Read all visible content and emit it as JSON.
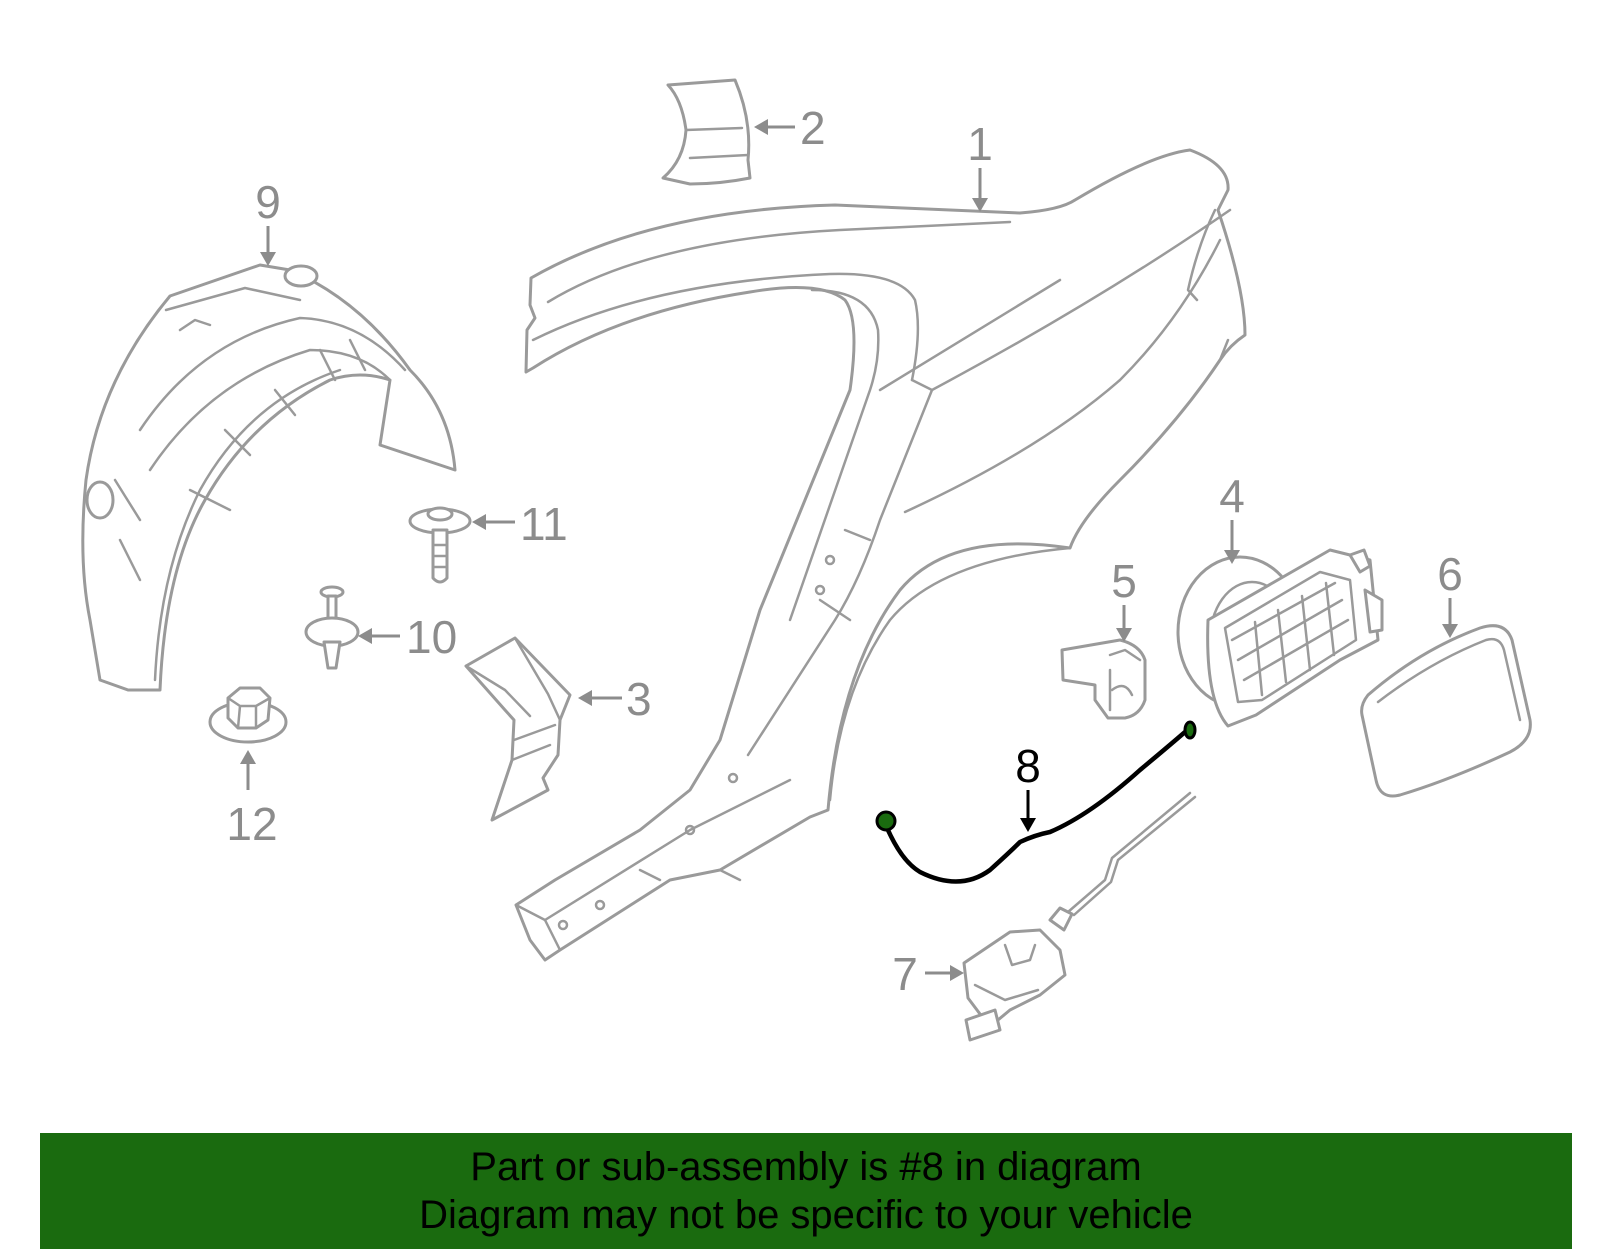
{
  "diagram": {
    "callouts": {
      "c1": "1",
      "c2": "2",
      "c3": "3",
      "c4": "4",
      "c5": "5",
      "c6": "6",
      "c7": "7",
      "c8": "8",
      "c9": "9",
      "c10": "10",
      "c11": "11",
      "c12": "12"
    },
    "highlight_callout": "8"
  },
  "banner": {
    "line1": "Part or sub-assembly is #8 in diagram",
    "line2": "Diagram may not be specific to your vehicle",
    "background": "#1a6b0f"
  },
  "colors": {
    "part_outline": "#9a9a9a",
    "highlight": "#000000",
    "highlight_end_fitting": "#1a6b0f"
  }
}
